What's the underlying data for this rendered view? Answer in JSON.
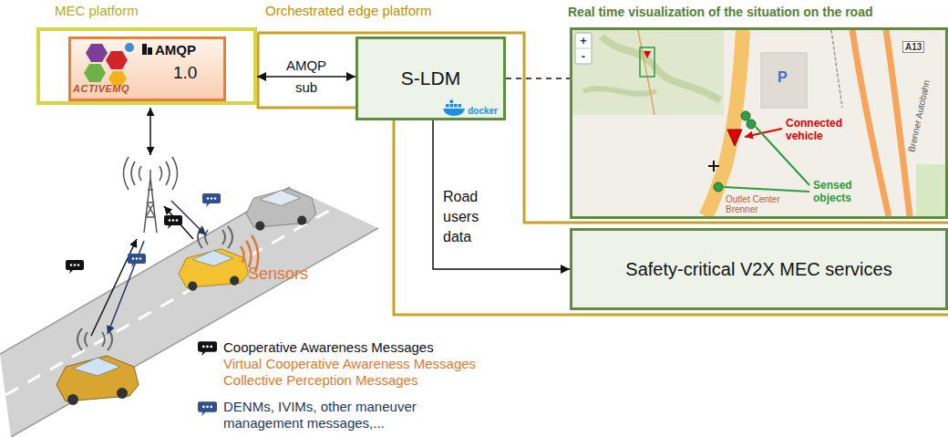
{
  "diagram": {
    "nodes": [
      {
        "text": [
          "MEC platform"
        ]
      },
      {
        "text": [
          "AMQP",
          "1.0",
          "ACTIVEMQ"
        ],
        "in": 0
      },
      {
        "text": [
          "Orchestrated edge platform"
        ]
      },
      {
        "text": [
          "S-LDM",
          "docker"
        ],
        "in": 2
      },
      {
        "text": [
          "Real time visualization of the situation on the road"
        ]
      },
      {
        "text": [
          "Safety-critical V2X MEC services"
        ],
        "in": 2
      }
    ],
    "edges": [
      {
        "from": 0,
        "to": 3,
        "label": "AMQP sub",
        "arrow": "both"
      },
      {
        "from": 3,
        "to": 4,
        "arrow": "none"
      },
      {
        "from": 3,
        "to": 5,
        "label": "Road users data",
        "arrow": "to"
      }
    ],
    "labels": [
      "Sensors",
      "+",
      "-",
      "P",
      "A13",
      "Brenner Autobahn",
      "Connected vehicle",
      "Sensed objects",
      "Outlet Center Brenner"
    ],
    "legend": [
      {
        "text": "Cooperative Awareness Messages"
      },
      {
        "text": "Virtual Cooperative Awareness Messages"
      },
      {
        "text": "Collective Perception Messages"
      },
      {
        "text": "DENMs, IVIMs, other maneuver management messages,..."
      }
    ]
  }
}
